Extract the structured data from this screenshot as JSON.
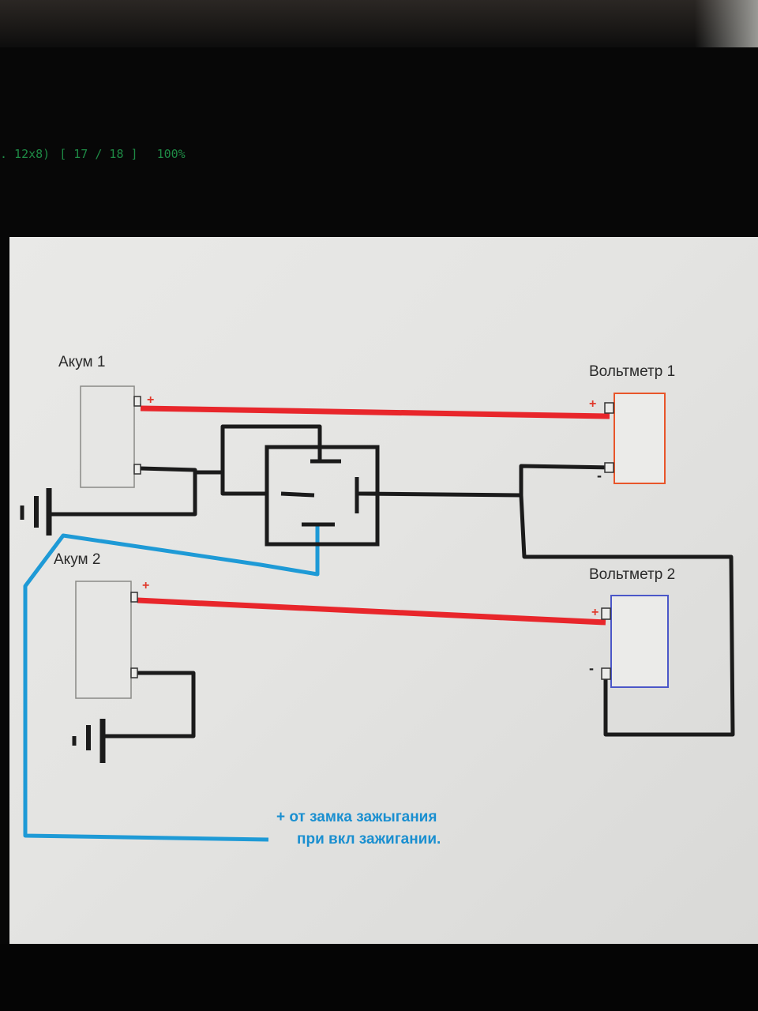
{
  "status": {
    "dims": ". 12x8)",
    "page": "[ 17 / 18 ]",
    "zoom": "100%"
  },
  "diagram": {
    "battery1_label": "Акум 1",
    "battery2_label": "Акум 2",
    "voltmeter1_label": "Вольтметр 1",
    "voltmeter2_label": "Вольтметр 2",
    "plus_sign": "+",
    "minus_sign": "-",
    "note_line1": "+ от замка зажыгания",
    "note_line2": "при вкл зажигании."
  },
  "colors": {
    "positive_wire": "#e8262b",
    "negative_wire": "#1b1b1b",
    "signal_wire": "#1e9ad6",
    "voltmeter1_outline": "#e8552a",
    "voltmeter2_outline": "#4b57c8"
  }
}
